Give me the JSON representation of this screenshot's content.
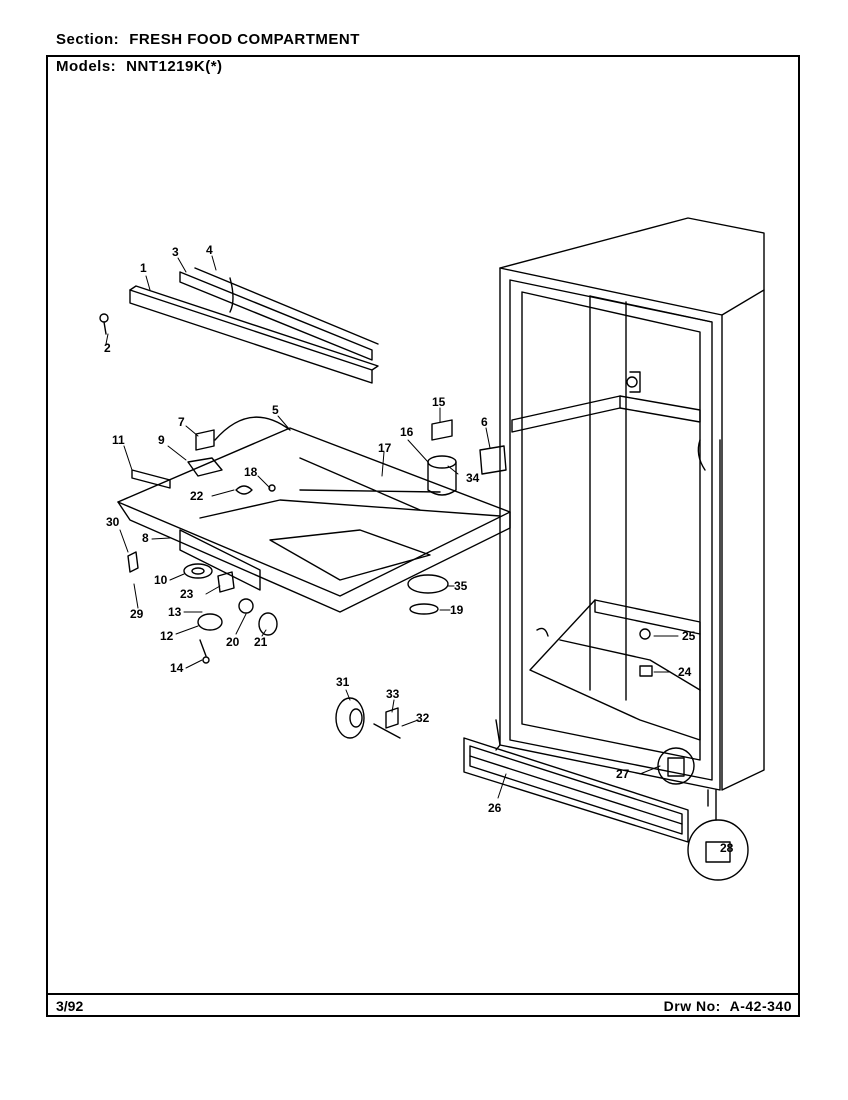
{
  "header": {
    "section_label": "Section:",
    "section_value": "FRESH FOOD COMPARTMENT",
    "models_label": "Models:",
    "models_value": "NNT1219K(*)"
  },
  "footer": {
    "date": "3/92",
    "drawing_label": "Drw No:",
    "drawing_number": "A-42-340"
  },
  "callouts": [
    {
      "id": "c1",
      "text": "1"
    },
    {
      "id": "c2",
      "text": "2"
    },
    {
      "id": "c3",
      "text": "3"
    },
    {
      "id": "c4",
      "text": "4"
    },
    {
      "id": "c5",
      "text": "5"
    },
    {
      "id": "c6",
      "text": "6"
    },
    {
      "id": "c7",
      "text": "7"
    },
    {
      "id": "c8",
      "text": "8"
    },
    {
      "id": "c9",
      "text": "9"
    },
    {
      "id": "c10",
      "text": "10"
    },
    {
      "id": "c11",
      "text": "11"
    },
    {
      "id": "c12",
      "text": "12"
    },
    {
      "id": "c13",
      "text": "13"
    },
    {
      "id": "c14",
      "text": "14"
    },
    {
      "id": "c15",
      "text": "15"
    },
    {
      "id": "c16",
      "text": "16"
    },
    {
      "id": "c17",
      "text": "17"
    },
    {
      "id": "c18",
      "text": "18"
    },
    {
      "id": "c19",
      "text": "19"
    },
    {
      "id": "c20",
      "text": "20"
    },
    {
      "id": "c21",
      "text": "21"
    },
    {
      "id": "c22",
      "text": "22"
    },
    {
      "id": "c23",
      "text": "23"
    },
    {
      "id": "c24",
      "text": "24"
    },
    {
      "id": "c25",
      "text": "25"
    },
    {
      "id": "c26",
      "text": "26"
    },
    {
      "id": "c27",
      "text": "27"
    },
    {
      "id": "c28",
      "text": "28"
    },
    {
      "id": "c29",
      "text": "29"
    },
    {
      "id": "c30",
      "text": "30"
    },
    {
      "id": "c31",
      "text": "31"
    },
    {
      "id": "c32",
      "text": "32"
    },
    {
      "id": "c33",
      "text": "33"
    },
    {
      "id": "c34",
      "text": "34"
    },
    {
      "id": "c35",
      "text": "35"
    }
  ]
}
